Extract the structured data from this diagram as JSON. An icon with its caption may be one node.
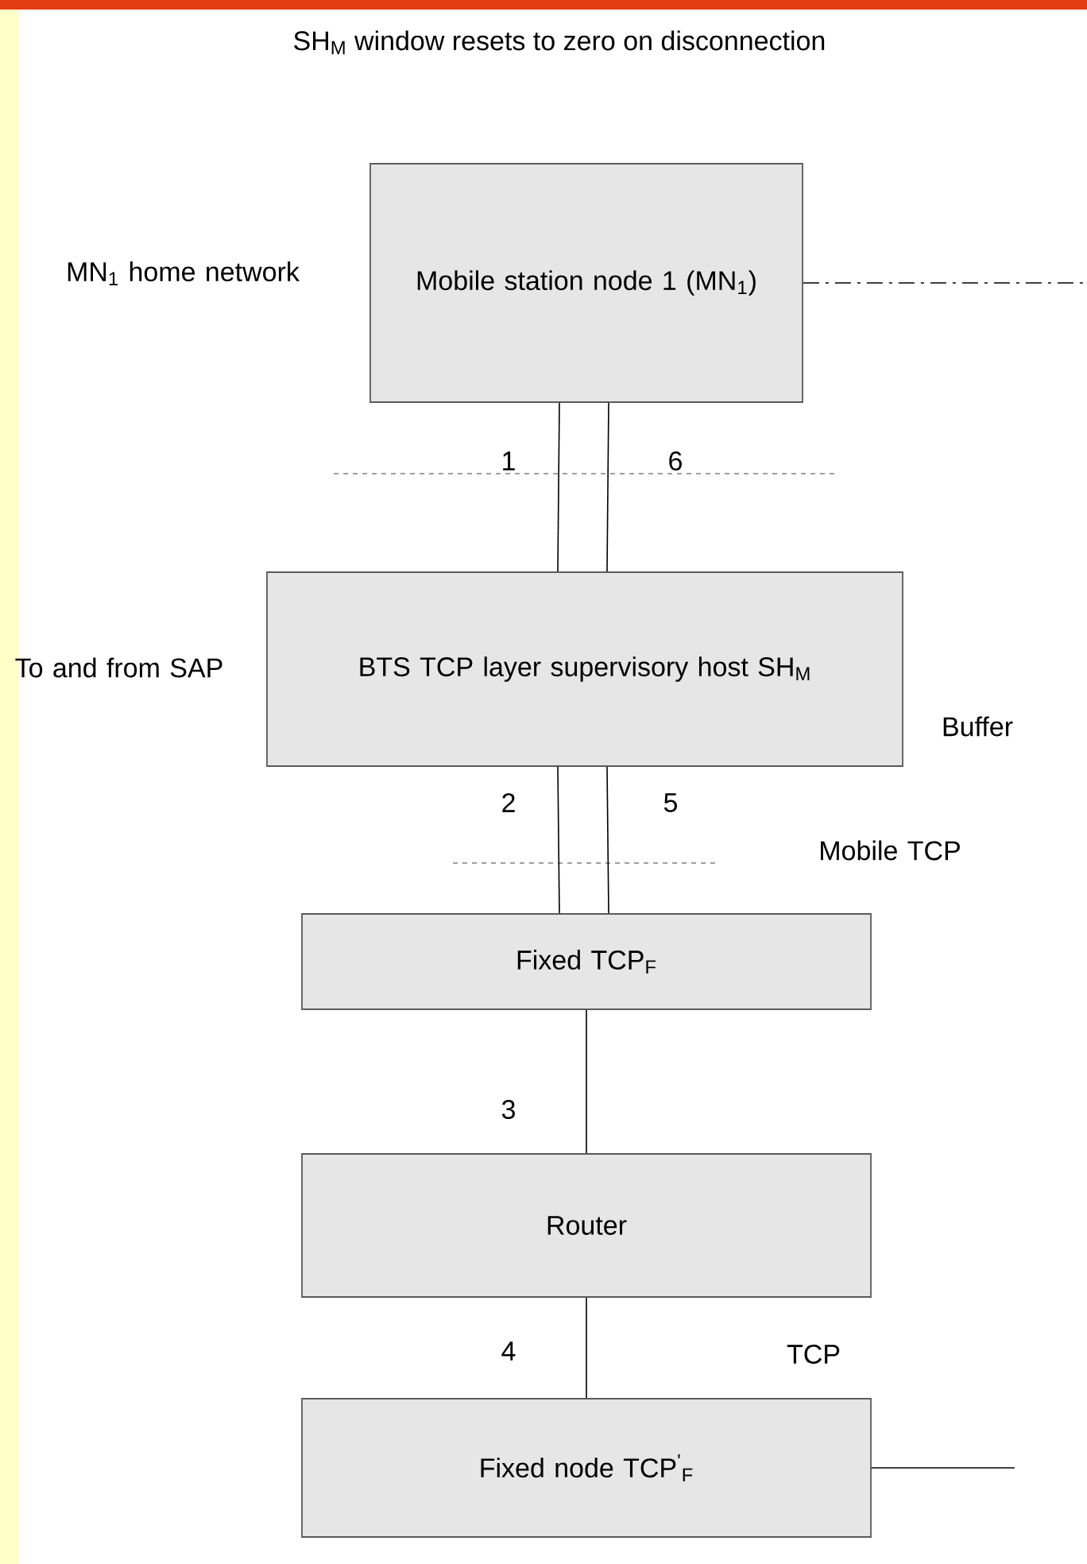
{
  "diagram": {
    "title": "SH$_{M}$ window resets to zero on disconnection",
    "nodes": [
      {
        "text": [
          "Mobile station node 1 (MN$_{1}$)"
        ]
      },
      {
        "text": [
          "BTS TCP layer supervisory host SH$_{M}$"
        ]
      },
      {
        "text": [
          "Fixed TCP$_{F}$"
        ]
      },
      {
        "text": [
          "Router"
        ]
      },
      {
        "text": [
          "Fixed node TCP$^{'}$$_{F}$"
        ]
      }
    ],
    "edges": [
      {
        "from": 0,
        "to": 1,
        "arrow": "none",
        "label": "1"
      },
      {
        "from": 0,
        "to": 1,
        "arrow": "none",
        "label": "6"
      },
      {
        "from": 1,
        "to": 2,
        "arrow": "none",
        "label": "2"
      },
      {
        "from": 1,
        "to": 2,
        "arrow": "none",
        "label": "5"
      },
      {
        "from": 2,
        "to": 3,
        "arrow": "none",
        "label": "3"
      },
      {
        "from": 3,
        "to": 4,
        "arrow": "none",
        "label": "4"
      },
      {
        "from": 0,
        "to": null,
        "arrow": "none",
        "style": "dashed"
      },
      {
        "from": 4,
        "to": null,
        "arrow": "none"
      }
    ],
    "labels": [
      "MN$_{1}$ home network",
      "To and from SAP",
      "Buffer",
      "Mobile TCP",
      "TCP"
    ]
  }
}
